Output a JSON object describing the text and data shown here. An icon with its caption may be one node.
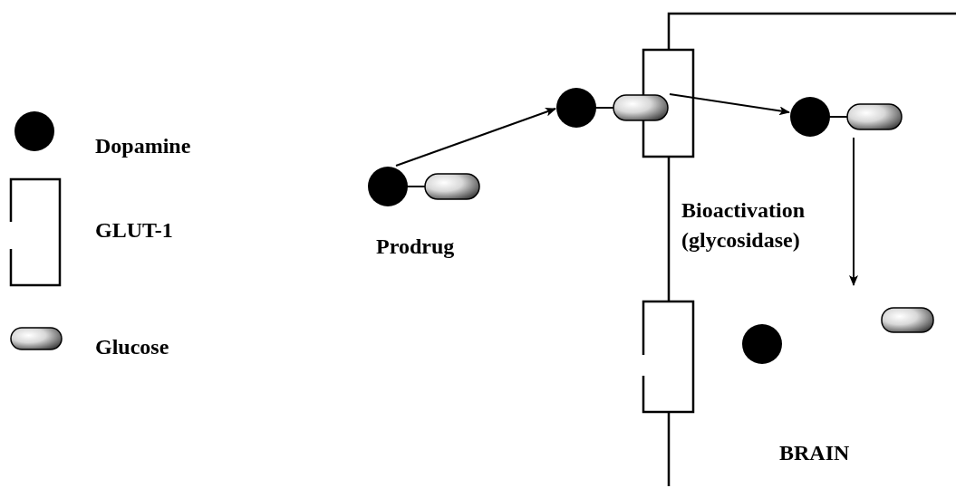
{
  "diagram": {
    "nodes": [
      {
        "text": [
          "Prodrug"
        ]
      },
      {
        "text": [],
        "shape": "picture"
      },
      {
        "text": [],
        "shape": "picture"
      }
    ],
    "edges": [
      {
        "from": 0,
        "to": 1,
        "arrow": "to"
      },
      {
        "from": 1,
        "to": 2,
        "arrow": "to"
      },
      {
        "from": 2,
        "to": null,
        "arrow": "to",
        "label": "Bioactivation (glycosidase)"
      }
    ],
    "labels": [
      "BRAIN"
    ],
    "legend": [
      {
        "text": "Dopamine"
      },
      {
        "text": "GLUT-1"
      },
      {
        "text": "Glucose"
      }
    ]
  }
}
